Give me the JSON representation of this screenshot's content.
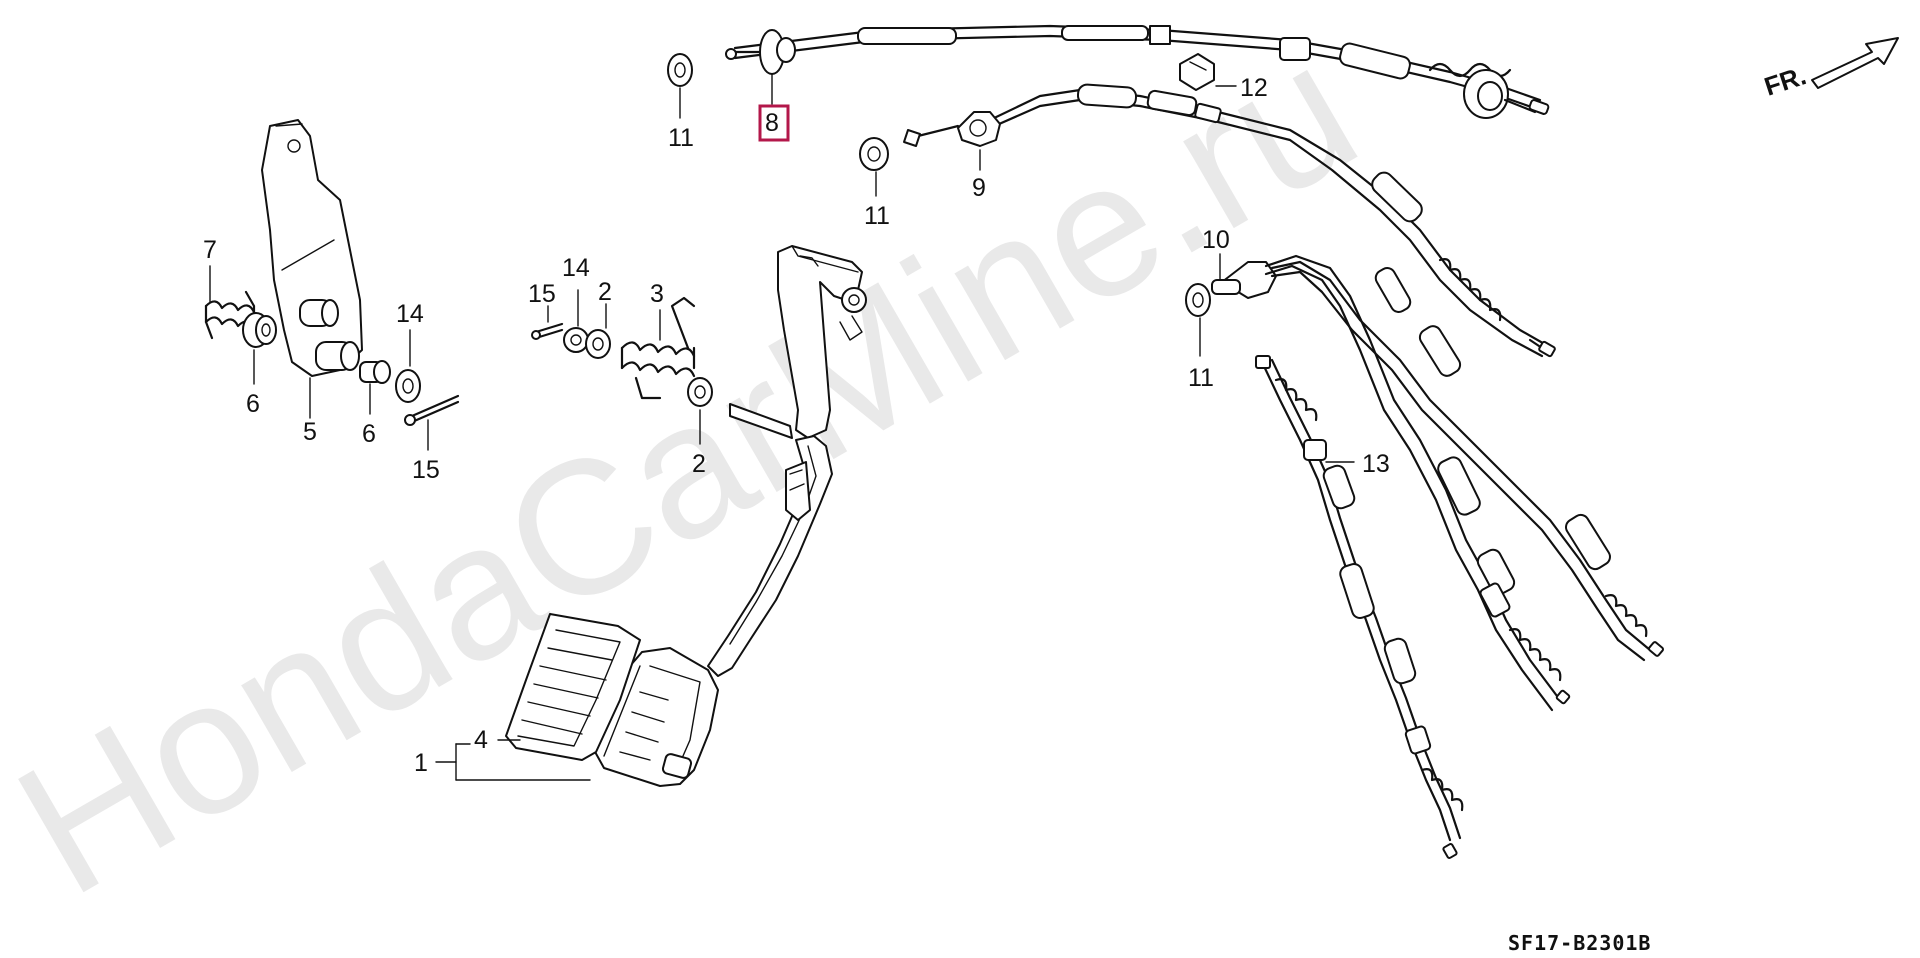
{
  "watermark": "HondaCarMine.ru",
  "diagram_code": "SF17-B2301B",
  "direction_label": "FR.",
  "highlight_color": "#b3174a",
  "callouts": {
    "c1": "1",
    "c2a": "2",
    "c2b": "2",
    "c3": "3",
    "c4": "4",
    "c5": "5",
    "c6a": "6",
    "c6b": "6",
    "c7": "7",
    "c8": "8",
    "c9": "9",
    "c10": "10",
    "c11a": "11",
    "c11b": "11",
    "c11c": "11",
    "c12": "12",
    "c13": "13",
    "c14a": "14",
    "c14b": "14",
    "c15a": "15",
    "c15b": "15"
  }
}
